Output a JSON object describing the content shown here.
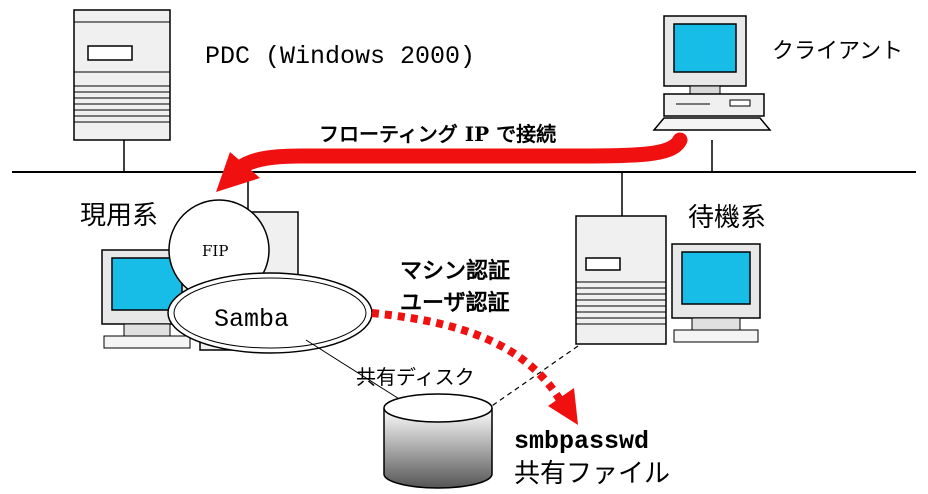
{
  "labels": {
    "pdc": "PDC (Windows 2000)",
    "client": "クライアント",
    "floating": "フローティング IP で接続",
    "active": "現用系",
    "standby": "待機系",
    "fip": "FIP",
    "samba": "Samba",
    "machine_auth": "マシン認証",
    "user_auth": "ユーザ認証",
    "shared_disk": "共有ディスク",
    "smbpasswd": "smbpasswd",
    "shared_file": "共有ファイル"
  },
  "colors": {
    "arrow_red": "#f01010",
    "screen_blue": "#17bde6",
    "server_gray": "#f0f0f0",
    "line_black": "#000000"
  },
  "icons": {
    "pdc": "server-tower-icon",
    "client": "desktop-pc-icon",
    "active": "server-with-monitor-icon",
    "standby": "server-with-monitor-icon",
    "disk": "disk-cylinder-icon"
  }
}
